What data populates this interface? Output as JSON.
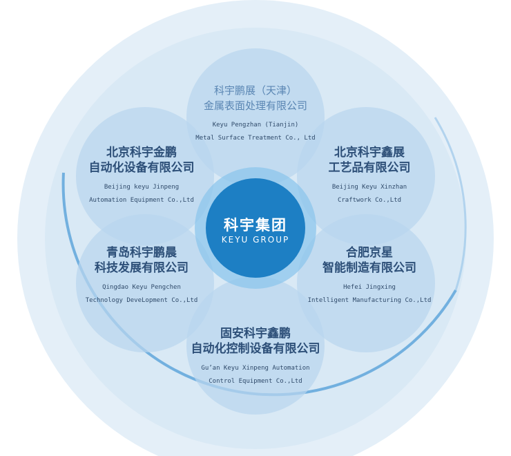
{
  "center": {
    "name_zh": "科宇集团",
    "name_en": "KEYU GROUP"
  },
  "companies": [
    {
      "id": "top",
      "zh": [
        "科宇鹏展（天津）",
        "金属表面处理有限公司"
      ],
      "en": [
        "Keyu Pengzhan (Tianjin)",
        "Metal Surface Treatment Co., Ltd"
      ]
    },
    {
      "id": "upper-left",
      "zh": [
        "北京科宇金鹏",
        "自动化设备有限公司"
      ],
      "en": [
        "Beijing keyu Jinpeng",
        "Automation Equipment Co.,Ltd"
      ]
    },
    {
      "id": "upper-right",
      "zh": [
        "北京科宇鑫展",
        "工艺品有限公司"
      ],
      "en": [
        "Beijing Keyu Xinzhan",
        "Craftwork Co.,Ltd"
      ]
    },
    {
      "id": "lower-left",
      "zh": [
        "青岛科宇鹏晨",
        "科技发展有限公司"
      ],
      "en": [
        "Qingdao Keyu Pengchen",
        "Technology DeveLopment Co.,Ltd"
      ]
    },
    {
      "id": "lower-right",
      "zh": [
        "合肥京星",
        "智能制造有限公司"
      ],
      "en": [
        "Hefei Jingxing",
        "Intelligent Manufacturing Co.,Ltd"
      ]
    },
    {
      "id": "bottom",
      "zh": [
        "固安科宇鑫鹏",
        "自动化控制设备有限公司"
      ],
      "en": [
        "Gu’an Keyu Xinpeng Automation",
        "Control Equipment Co.,Ltd"
      ]
    }
  ],
  "colors": {
    "outer_ring": "#dbe9f5",
    "outer_ring_stroke": "#5da3d8",
    "petal": "#b9d6ee",
    "center": "#1d7fc4",
    "center_halo": "#6cb6e6"
  }
}
